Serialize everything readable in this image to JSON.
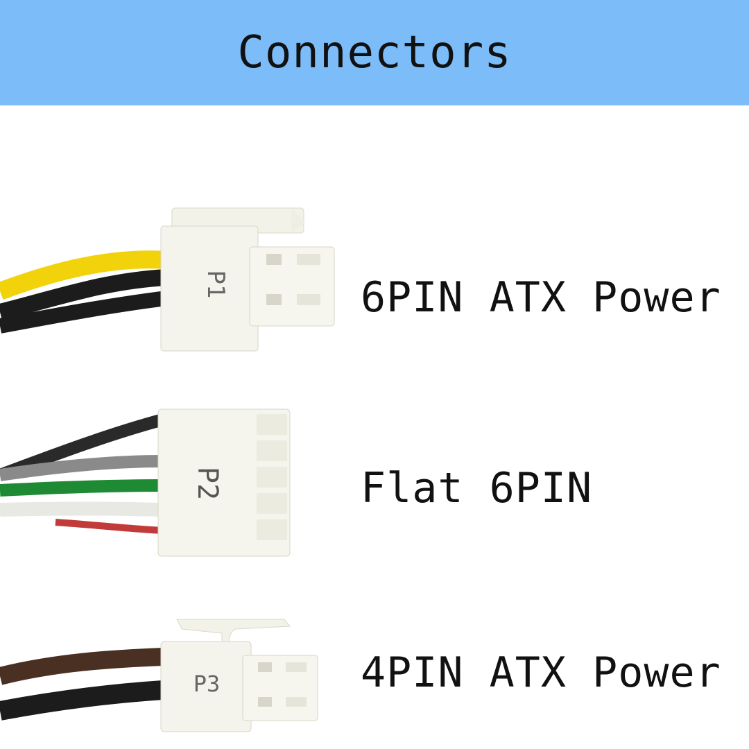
{
  "header": {
    "title": "Connectors",
    "background": "#7bbcf9"
  },
  "connectors": [
    {
      "label": "6PIN ATX Power",
      "marking": "P1",
      "wire_colors": [
        "#f2d20b",
        "#1c1c1c"
      ]
    },
    {
      "label": "Flat 6PIN",
      "marking": "P2",
      "wire_colors": [
        "#2a2a2a",
        "#8a8a8a",
        "#1f8a34",
        "#e9e9e4",
        "#c23b3b"
      ]
    },
    {
      "label": "4PIN ATX Power",
      "marking": "P3",
      "wire_colors": [
        "#4a3022",
        "#1c1c1c"
      ]
    }
  ]
}
